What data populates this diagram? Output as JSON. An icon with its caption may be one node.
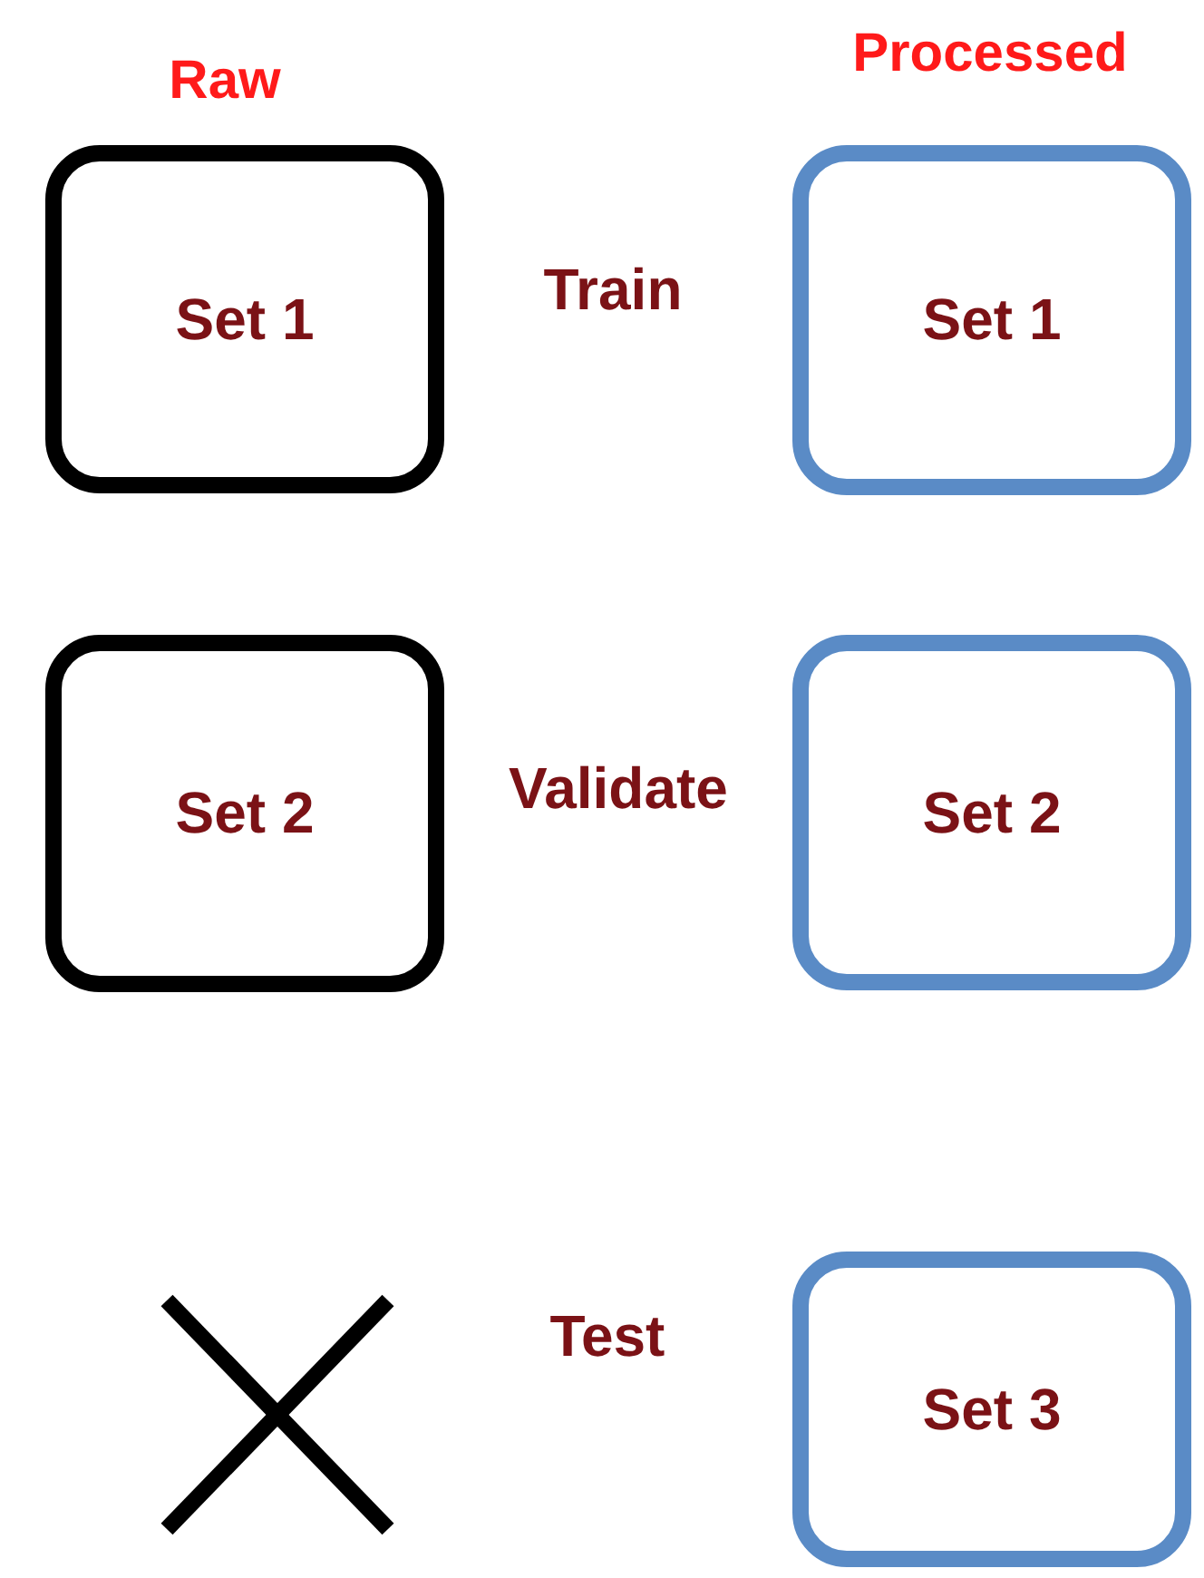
{
  "diagram": {
    "nodes": [
      {
        "text": [
          "Set 1"
        ]
      },
      {
        "text": [
          "Set 2"
        ]
      },
      {
        "text": [
          "Set 1"
        ]
      },
      {
        "text": [
          "Set 2"
        ]
      },
      {
        "text": [
          "Set 3"
        ]
      }
    ],
    "labels": [
      "Raw",
      "Processed",
      "Train",
      "Validate",
      "Test"
    ]
  }
}
